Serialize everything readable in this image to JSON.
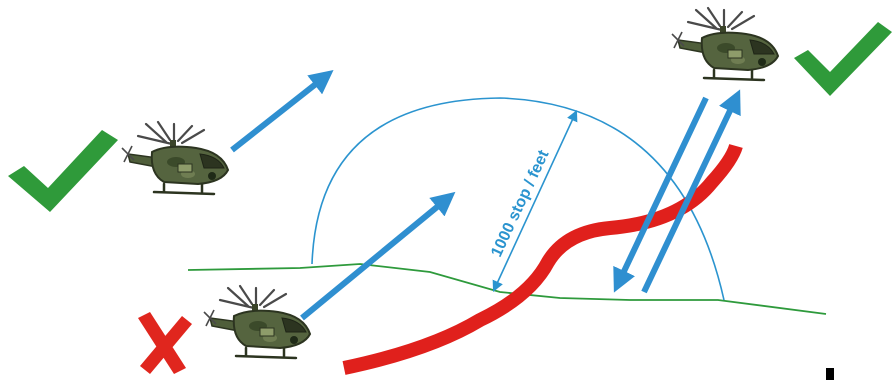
{
  "diagram": {
    "distance_label": "1000 stop / feet",
    "colors": {
      "arrow": "#2f8fd0",
      "dome": "#2b94cf",
      "ground": "#2e9a3c",
      "obstacle": "#e0201c",
      "check": "#2f9a3a",
      "cross": "#e0261e",
      "helicopter_body": "#4f5e3a",
      "helicopter_dark": "#2c3420"
    },
    "items": [
      {
        "name": "helicopter-upper-left",
        "status": "allowed",
        "icon": "check-icon"
      },
      {
        "name": "helicopter-upper-right",
        "status": "allowed",
        "icon": "check-icon"
      },
      {
        "name": "helicopter-lower-left",
        "status": "not-allowed",
        "icon": "cross-icon"
      }
    ]
  }
}
